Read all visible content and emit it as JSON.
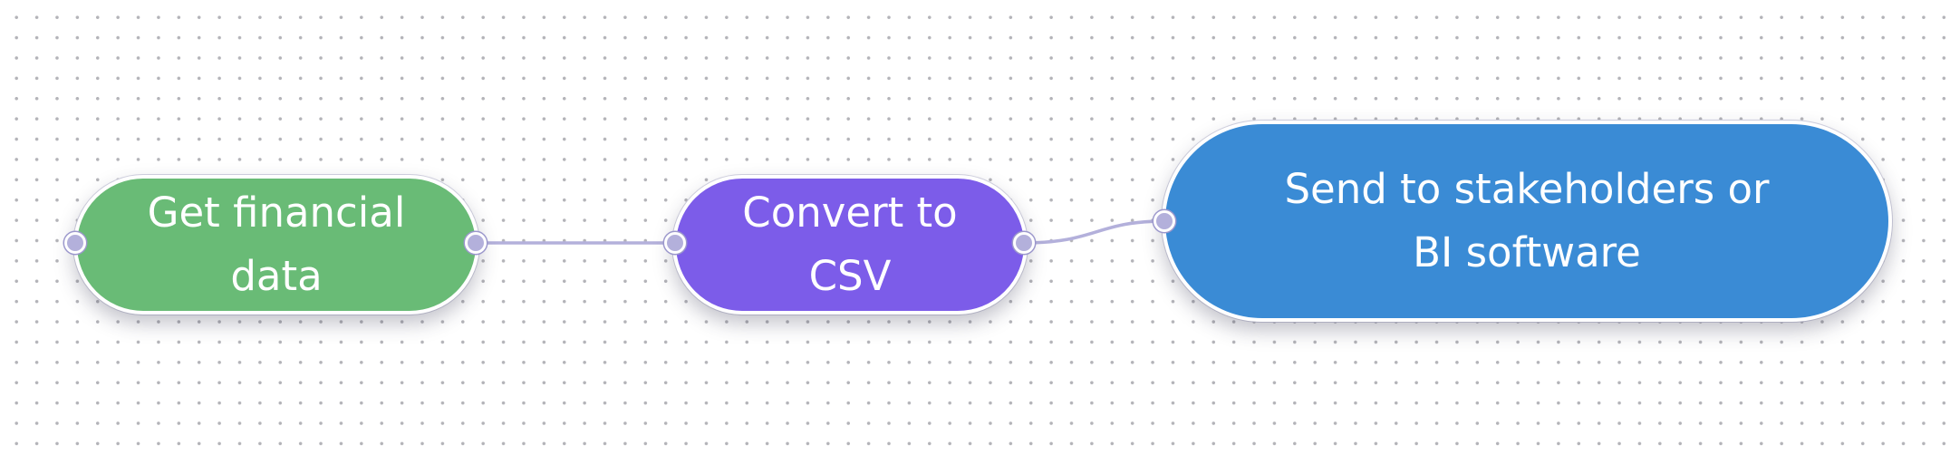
{
  "nodes": [
    {
      "id": "get-financial-data",
      "label": "Get financial data",
      "color": "#69bb76"
    },
    {
      "id": "convert-to-csv",
      "label": "Convert to CSV",
      "color": "#7c5ce9"
    },
    {
      "id": "send-to-stakeholders",
      "label": "Send to stakeholders or BI software",
      "color": "#3a8bd5"
    }
  ],
  "edges": [
    {
      "from": "get-financial-data",
      "to": "convert-to-csv"
    },
    {
      "from": "convert-to-csv",
      "to": "send-to-stakeholders"
    }
  ],
  "colors": {
    "edge": "#b3b0db",
    "port": "#b3b0db",
    "background": "#ffffff",
    "grid_dot": "#b3b3b8"
  }
}
